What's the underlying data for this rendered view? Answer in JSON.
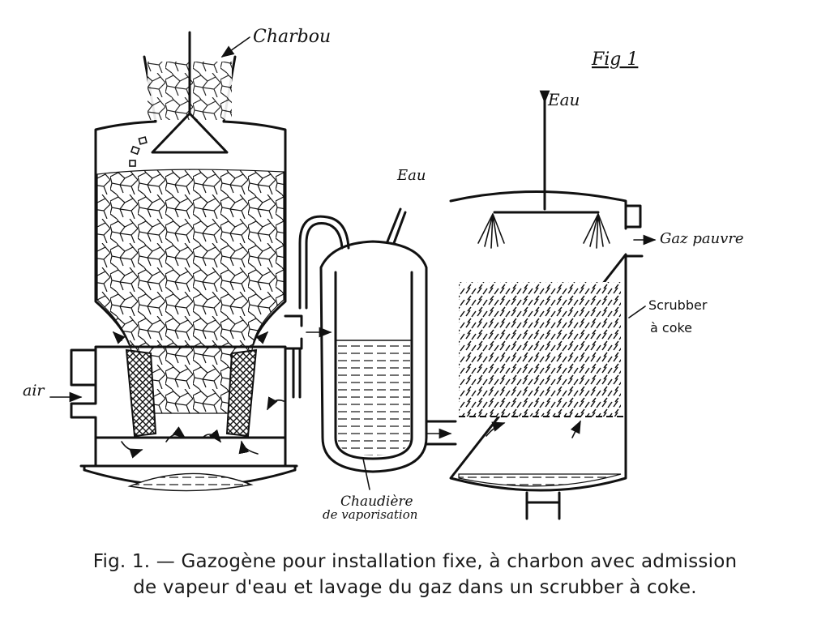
{
  "figure": {
    "number": "Fig 1",
    "labels": {
      "charbon": "Charbou",
      "eau_top": "Eau",
      "eau_mid": "Eau",
      "gaz_pauvre": "Gaz pauvre",
      "scrubber_line1": "Scrubber",
      "scrubber_line2": "à coke",
      "air": "air",
      "chaudiere_line1": "Chaudière",
      "chaudiere_line2": "de vaporisation"
    }
  },
  "caption": {
    "line1": "Fig. 1. — Gazogène pour installation fixe, à charbon avec admission",
    "line2": "de vapeur d'eau et lavage du gaz dans un scrubber à coke."
  }
}
